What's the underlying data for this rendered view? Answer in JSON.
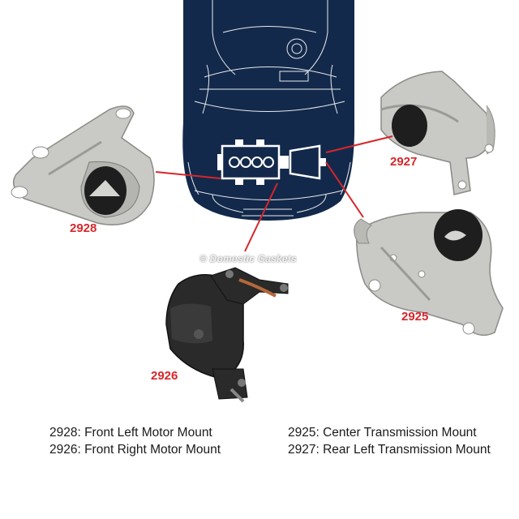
{
  "watermark": "© Domestic Gaskets",
  "parts": {
    "p2928": {
      "number": "2928"
    },
    "p2927": {
      "number": "2927"
    },
    "p2926": {
      "number": "2926"
    },
    "p2925": {
      "number": "2925"
    }
  },
  "legend": {
    "left": [
      "2928: Front Left Motor Mount",
      "2926: Front Right Motor Mount"
    ],
    "right": [
      "2925: Center Transmission Mount",
      "2927: Rear Left Transmission Mount"
    ]
  },
  "colors": {
    "car_body": "#13294b",
    "callout": "#d7262a",
    "aluminum": "#c9c9c6",
    "rubber": "#1e1e1e"
  }
}
